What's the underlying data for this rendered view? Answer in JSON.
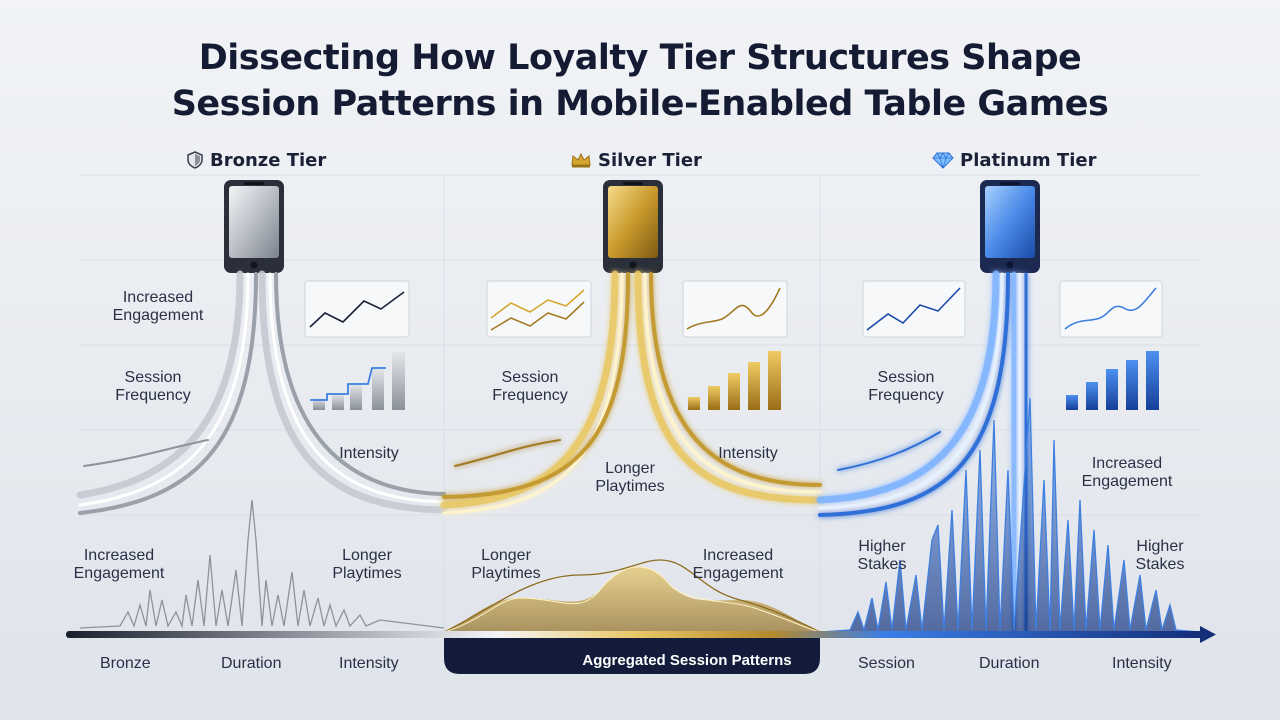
{
  "title": {
    "line1": "Dissecting How Loyalty Tier Structures Shape",
    "line2": "Session Patterns in Mobile-Enabled Table Games"
  },
  "tiers": [
    {
      "name": "Bronze Tier",
      "icon": "shield-icon",
      "color": "#9aa1ab"
    },
    {
      "name": "Silver Tier",
      "icon": "crown-icon",
      "color": "#d4a62f"
    },
    {
      "name": "Platinum Tier",
      "icon": "diamond-icon",
      "color": "#3d7fe0"
    }
  ],
  "labels": {
    "bronze": {
      "increased_engagement": "Increased\nEngagement",
      "session_frequency": "Session\nFrequency",
      "intensity": "Intensity",
      "bottom_left": "Increased\nEngagement",
      "bottom_right": "Longer\nPlaytimes"
    },
    "silver": {
      "session_frequency": "Session\nFrequency",
      "intensity": "Intensity",
      "longer_playtimes": "Longer\nPlaytimes",
      "bottom_left": "Longer\nPlaytimes",
      "bottom_right": "Increased\nEngagement"
    },
    "platinum": {
      "session_frequency": "Session\nFrequency",
      "increased_engagement": "Increased\nEngagement",
      "higher_stakes_left": "Higher\nStakes",
      "higher_stakes_right": "Higher\nStakes"
    }
  },
  "axis_labels": [
    "Bronze",
    "Duration",
    "Intensity",
    "Session",
    "Duration",
    "Intensity"
  ],
  "aggregated_label": "Aggregated Session Patterns",
  "colors": {
    "bronze": "#9aa1ab",
    "silver": "#d4a62f",
    "platinum": "#3d7fe0",
    "dark": "#131c3a"
  }
}
